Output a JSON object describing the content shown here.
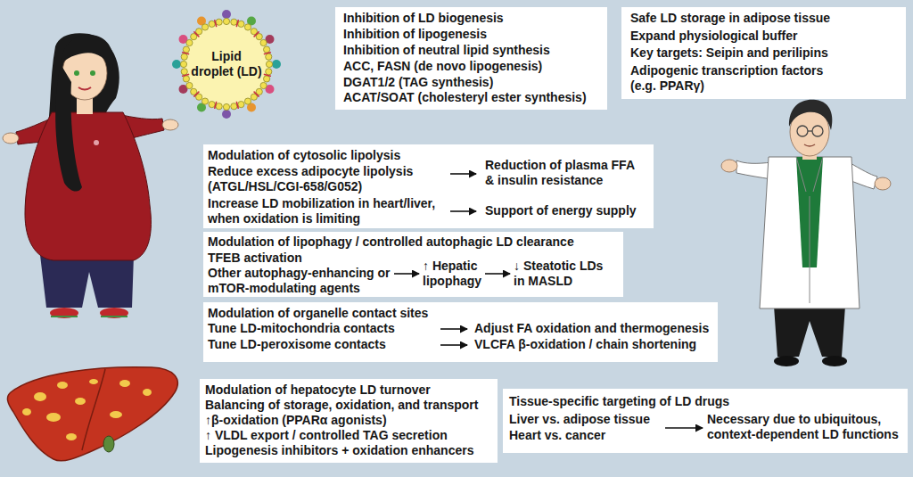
{
  "diagram": {
    "nodes": [
      {
        "text": [
          "Lipid droplet (LD)"
        ]
      },
      {
        "text": [
          "Inhibition of LD biogenesis",
          "Inhibition of lipogenesis",
          "Inhibition of neutral lipid synthesis",
          "ACC, FASN (de novo lipogenesis)",
          "DGAT1/2 (TAG synthesis)",
          "ACAT/SOAT (cholesteryl ester synthesis)"
        ]
      },
      {
        "text": [
          "Safe LD storage in adipose tissue",
          "Expand physiological buffer",
          "Key targets: Seipin and perilipins",
          "Adipogenic transcription factors (e.g. PPARγ)"
        ]
      },
      {
        "text": [
          "Modulation of cytosolic lipolysis",
          "Reduce excess adipocyte lipolysis (ATGL/HSL/CGI-658/G052)",
          "Reduction of plasma FFA & insulin resistance",
          "Increase LD mobilization in heart/liver, when oxidation is limiting",
          "Support of energy supply"
        ]
      },
      {
        "text": [
          "Modulation of lipophagy / controlled autophagic LD clearance",
          "TFEB activation",
          "Other autophagy-enhancing or mTOR-modulating agents",
          "↑ Hepatic lipophagy",
          "↓ Steatotic LDs in MASLD"
        ]
      },
      {
        "text": [
          "Modulation of organelle contact sites",
          "Tune LD-mitochondria contacts",
          "Adjust FA oxidation and thermogenesis",
          "Tune LD-peroxisome contacts",
          "VLCFA β-oxidation / chain shortening"
        ]
      },
      {
        "text": [
          "Modulation of hepatocyte LD turnover",
          "Balancing of storage, oxidation, and transport",
          "↑β-oxidation (PPARα agonists)",
          "↑ VLDL export / controlled TAG secretion",
          "Lipogenesis inhibitors + oxidation enhancers"
        ]
      },
      {
        "text": [
          "Tissue-specific targeting of LD drugs",
          "Liver vs. adipose tissue",
          "Heart vs. cancer",
          "Necessary due to ubiquitous, context-dependent LD functions"
        ]
      }
    ]
  }
}
